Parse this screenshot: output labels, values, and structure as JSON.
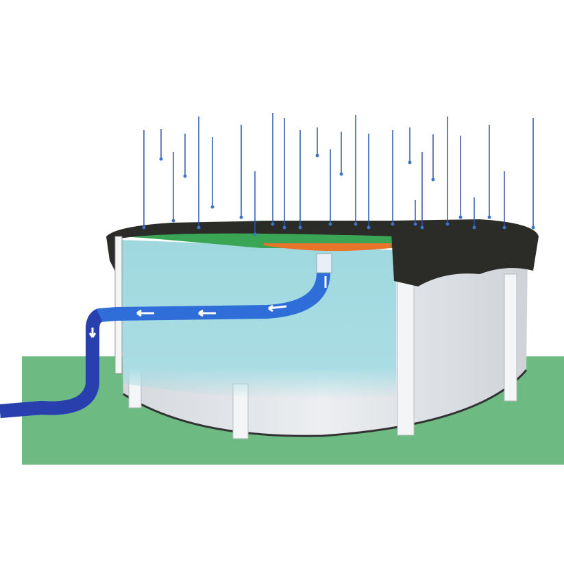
{
  "illustration": {
    "colors": {
      "background": "#ffffff",
      "ground": "#6dbb83",
      "water": "#9fd8df",
      "cover_dark": "#2b2b28",
      "cover_cutaway": "#3aa655",
      "drain_pad": "#e8742a",
      "hose": "#2f6ed8",
      "hose_dark": "#2a3fae",
      "rain": "#2d57a8",
      "pool_wall": "#e3e6ea",
      "pool_posts": "#f2f3f5"
    },
    "icons": [
      "rain-drops",
      "flow-arrow-left",
      "flow-arrow-down"
    ]
  }
}
